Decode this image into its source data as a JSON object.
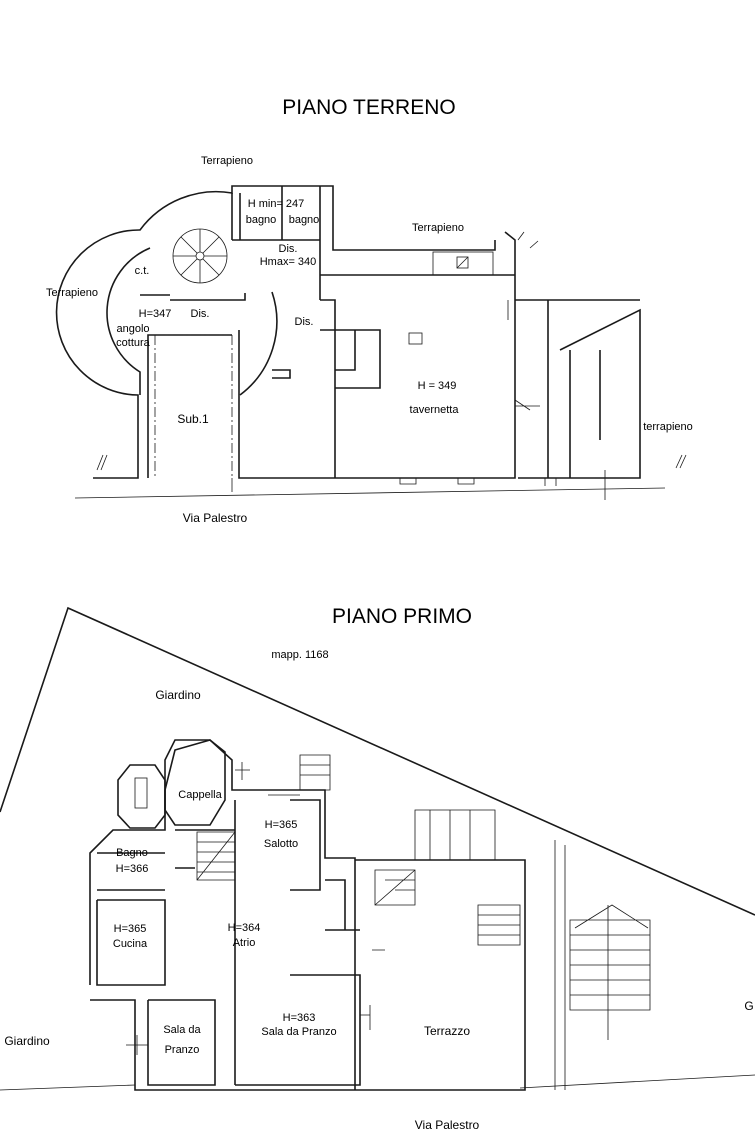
{
  "ground_floor": {
    "title": "PIANO TERRENO",
    "terrapieno_top": "Terrapieno",
    "terrapieno_right": "Terrapieno",
    "terrapieno_left": "Terrapieno",
    "terrapieno_far_right": "terrapieno",
    "hmin": "H min= 247",
    "bagno_1": "bagno",
    "bagno_2": "bagno",
    "dis_1": "Dis.",
    "hmax": "Hmax= 340",
    "ct": "c.t.",
    "h347": "H=347",
    "dis_2": "Dis.",
    "angolo": "angolo",
    "cottura": "cottura",
    "dis_3": "Dis.",
    "h349": "H = 349",
    "tavernetta": "tavernetta",
    "sub1": "Sub.1",
    "street": "Via Palestro"
  },
  "first_floor": {
    "title": "PIANO PRIMO",
    "mapp": "mapp. 1168",
    "giardino_top": "Giardino",
    "cappella": "Cappella",
    "h365_salotto": "H=365",
    "salotto": "Salotto",
    "bagno": "Bagno",
    "h366": "H=366",
    "h365_cucina": "H=365",
    "cucina": "Cucina",
    "h364": "H=364",
    "atrio": "Atrio",
    "h363": "H=363",
    "sala_pranzo_2": "Sala da Pranzo",
    "sala_da": "Sala da",
    "pranzo": "Pranzo",
    "terrazzo": "Terrazzo",
    "giardino_left": "Giardino",
    "giardino_right": "G",
    "street": "Via Palestro"
  }
}
